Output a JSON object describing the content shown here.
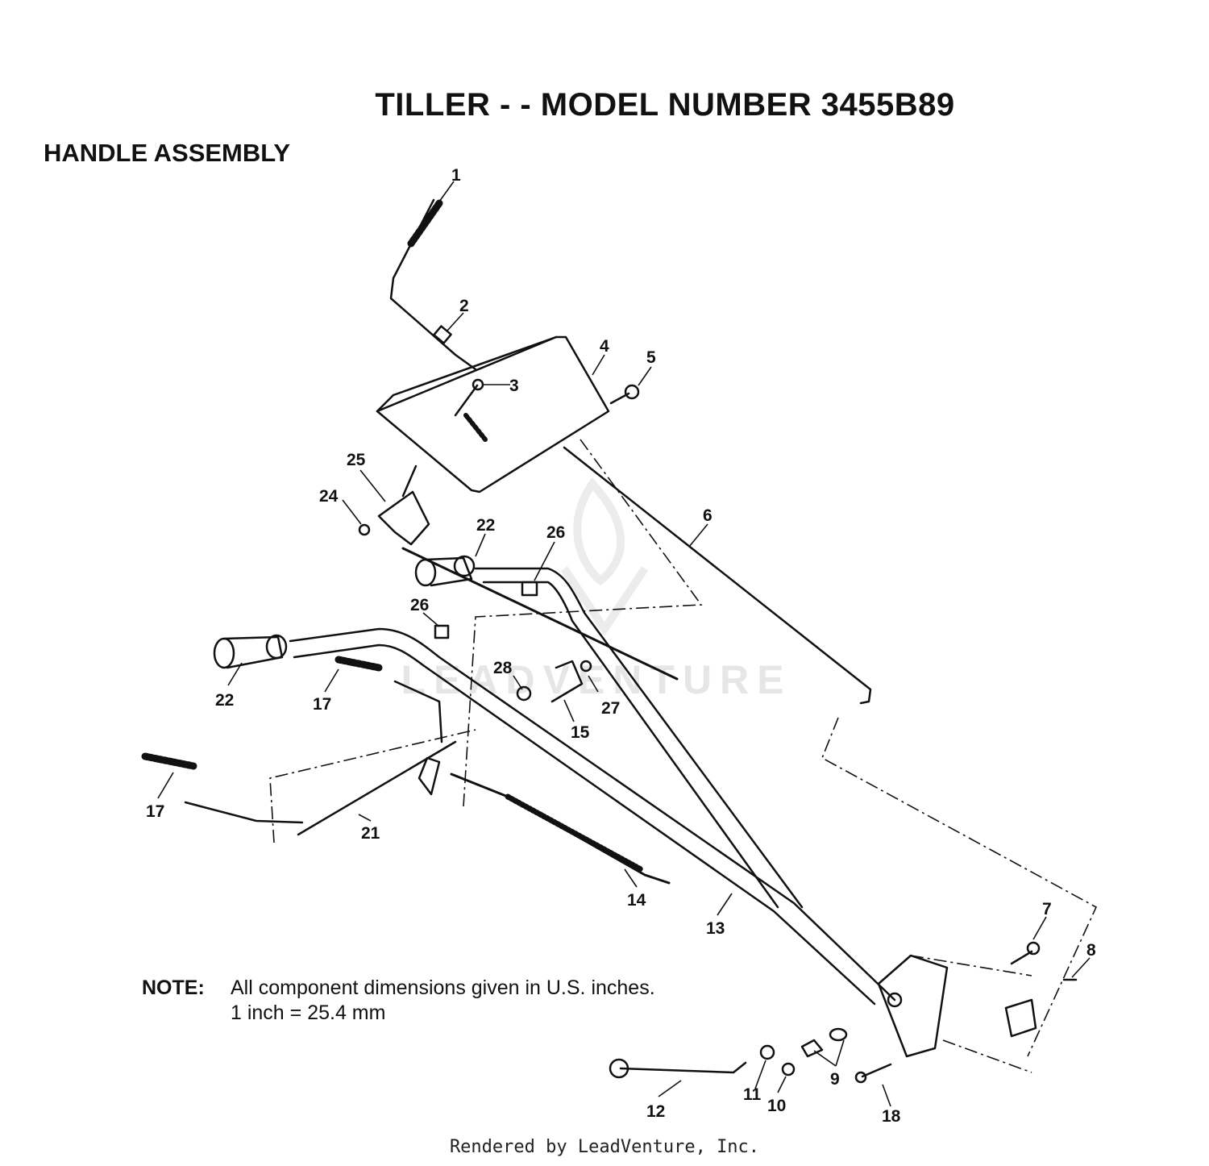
{
  "title": "TILLER - - MODEL NUMBER 3455B89",
  "subtitle": "HANDLE ASSEMBLY",
  "note": {
    "label": "NOTE:",
    "line1": "All component dimensions given in U.S. inches.",
    "line2": "1 inch = 25.4 mm"
  },
  "footer": "Rendered by LeadVenture, Inc.",
  "watermark": "LEADVENTURE",
  "callouts": [
    "1",
    "2",
    "3",
    "4",
    "5",
    "6",
    "7",
    "8",
    "9",
    "10",
    "11",
    "12",
    "13",
    "14",
    "15",
    "17",
    "17",
    "18",
    "21",
    "22",
    "22",
    "24",
    "25",
    "26",
    "26",
    "27",
    "28"
  ]
}
